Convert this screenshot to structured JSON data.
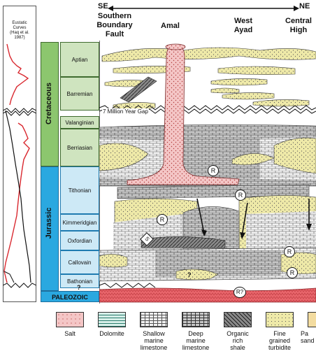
{
  "eustatic": {
    "label_lines": [
      "Eustatic",
      "Curves",
      "(Haq et al.",
      "1987)"
    ]
  },
  "arrow": {
    "left": "SE",
    "right": "NE"
  },
  "columns": {
    "southern_boundary_fault": [
      "Southern",
      "Boundary",
      "Fault"
    ],
    "amal": "Amal",
    "west_ayad": [
      "West",
      "Ayad"
    ],
    "central_high": [
      "Central",
      "High"
    ]
  },
  "periods": {
    "cretaceous": "Cretaceous",
    "jurassic": "Jurassic",
    "paleozoic": "PALEOZOIC"
  },
  "stages": {
    "aptian": "Aptian",
    "barremian": "Barremian",
    "valanginian": "Valanginian",
    "berriasian": "Berriasian",
    "tithonian": "Tithonian",
    "kimmeridgian": "Kimmeridgian",
    "oxfordian": "Oxfordian",
    "callovain": "Callovain",
    "bathonian": "Bathonian"
  },
  "annotations": {
    "gap": "7 Million Year Gap",
    "question": "?",
    "r": "R",
    "s": "S",
    "r_question": "R?"
  },
  "legend": [
    {
      "lines": [
        "Salt"
      ],
      "key": "salt"
    },
    {
      "lines": [
        "Dolomite"
      ],
      "key": "dolomite"
    },
    {
      "lines": [
        "Shallow",
        "marine",
        "limestone"
      ],
      "key": "shallow"
    },
    {
      "lines": [
        "Deep",
        "marine",
        "limestone"
      ],
      "key": "deep"
    },
    {
      "lines": [
        "Organic",
        "rich",
        "shale"
      ],
      "key": "organic"
    },
    {
      "lines": [
        "Fine",
        "grained",
        "turbidite"
      ],
      "key": "turbidite"
    },
    {
      "lines": [
        "Pa",
        "sand"
      ],
      "key": "sand"
    }
  ],
  "colors": {
    "cretaceous": "#8cc66e",
    "jurassic": "#2aa8e0",
    "stage_cret": "#cfe4bf",
    "stage_jur": "#cde9f6",
    "paleozoic": "#e8656b",
    "salt": "#f4c6c6",
    "turbidite": "#eee9a8",
    "curve": "#d9282f"
  }
}
